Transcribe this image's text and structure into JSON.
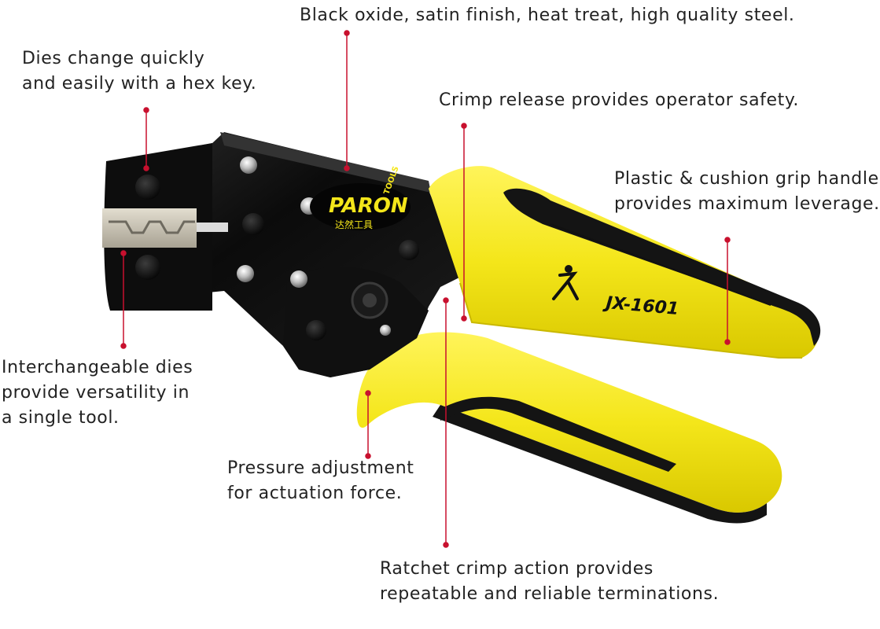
{
  "product": {
    "brand": "PARON",
    "brand_sub": "TOOLS",
    "brand_cn": "达然工具",
    "model": "JX-1601"
  },
  "callouts": {
    "steel": {
      "lines": [
        "Black oxide, satin finish, heat treat, high quality steel."
      ]
    },
    "dies_change": {
      "lines": [
        "Dies change quickly",
        "and easily with a hex key."
      ]
    },
    "crimp_release": {
      "lines": [
        "Crimp release provides operator safety."
      ]
    },
    "grip": {
      "lines": [
        "Plastic & cushion grip handle",
        "provides maximum leverage."
      ]
    },
    "interchangeable": {
      "lines": [
        "Interchangeable dies",
        "provide versatility in",
        "a single tool."
      ]
    },
    "pressure": {
      "lines": [
        "Pressure adjustment",
        "for actuation force."
      ]
    },
    "ratchet": {
      "lines": [
        "Ratchet crimp action provides",
        "repeatable and reliable terminations."
      ]
    }
  },
  "colors": {
    "callout_line": "#c8102e",
    "handle_yellow": "#f4e61a",
    "handle_black": "#141414",
    "body_black": "#0b0b0b",
    "die_silver": "#c9c3b3"
  }
}
